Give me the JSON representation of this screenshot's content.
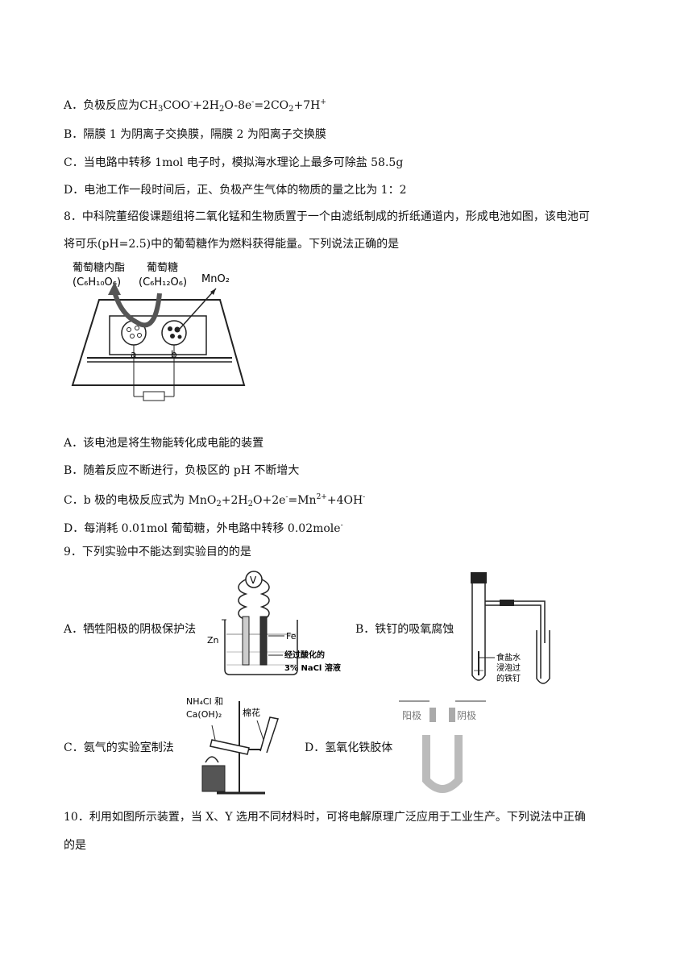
{
  "q7": {
    "optA": {
      "lead": "A．负极反应为CH",
      "s1": "3",
      "mid1": "COO",
      "p1": "-",
      "mid2": "+2H",
      "s2": "2",
      "mid3": "O-8e",
      "p2": "-",
      "mid4": "=2CO",
      "s3": "2",
      "mid5": "+7H",
      "p3": "+"
    },
    "optB": "B．隔膜 1 为阴离子交换膜，隔膜 2 为阳离子交换膜",
    "optC": "C．当电路中转移 1mol 电子时，模拟海水理论上最多可除盐 58.5g",
    "optD": "D．电池工作一段时间后，正、负极产生气体的物质的量之比为 1：2"
  },
  "q8": {
    "stem1": "8．中科院董绍俊课题组将二氧化锰和生物质置于一个由滤纸制成的折纸通道内，形成电池如图，该电池可",
    "stem2": "将可乐(pH=2.5)中的葡萄糖作为燃料获得能量。下列说法正确的是",
    "figure": {
      "label1": "葡萄糖内酯",
      "formula1": "(C₆H₁₀O₆)",
      "label2": "葡萄糖",
      "formula2": "(C₆H₁₂O₆)",
      "label3": "MnO₂",
      "a": "a",
      "b": "b"
    },
    "optA": "A．该电池是将生物能转化成电能的装置",
    "optB": "B．随着反应不断进行，负极区的 pH 不断增大",
    "optC": {
      "lead": "C．b 极的电极反应式为 MnO",
      "s1": "2",
      "m1": "+2H",
      "s2": "2",
      "m2": "O+2e",
      "p1": "-",
      "m3": "=Mn",
      "p2": "2+",
      "m4": "+4OH",
      "p3": "-"
    },
    "optD": {
      "lead": "D．每消耗 0.01mol 葡萄糖，外电路中转移 0.02mole",
      "p1": "-"
    }
  },
  "q9": {
    "stem": "9．下列实验中不能达到实验目的的是",
    "optA": "A．牺牲阳极的阴极保护法",
    "optB": "B．铁钉的吸氧腐蚀",
    "optC": "C．氨气的实验室制法",
    "optD": "D．氢氧化铁胶体",
    "figA": {
      "meter": "V",
      "left": "Zn",
      "right": "Fe",
      "sol1": "经过酸化的",
      "sol2": "3% NaCl 溶液"
    },
    "figB": {
      "t1": "食盐水",
      "t2": "浸泡过",
      "t3": "的铁钉"
    },
    "figC": {
      "r1": "NH₄Cl 和",
      "r2": "Ca(OH)₂",
      "cot": "棉花"
    },
    "figD": {
      "anode": "阳极",
      "cathode": "阴极"
    }
  },
  "q10": {
    "stem1": "10．利用如图所示装置，当 X、Y 选用不同材料时，可将电解原理广泛应用于工业生产。下列说法中正确",
    "stem2": "的是"
  }
}
